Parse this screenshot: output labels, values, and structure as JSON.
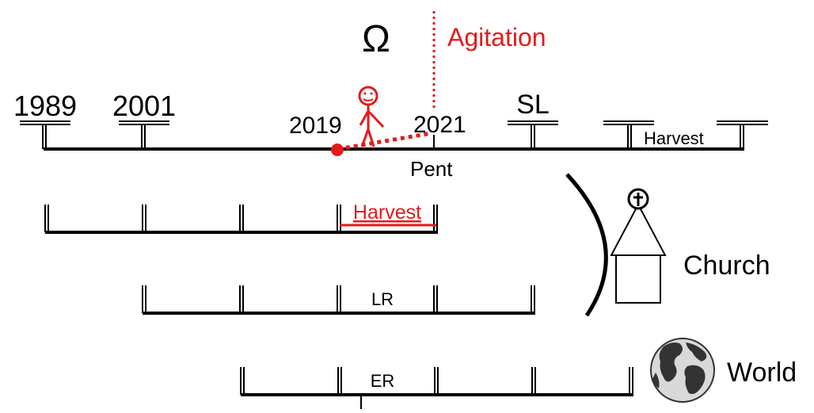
{
  "symbols": {
    "omega": "Ω"
  },
  "labels": {
    "agitation": "Agitation",
    "year_1989": "1989",
    "year_2001": "2001",
    "year_2019": "2019",
    "year_2021": "2021",
    "sl": "SL",
    "pent": "Pent",
    "harvest_top": "Harvest",
    "harvest_red": "Harvest",
    "lr": "LR",
    "er": "ER",
    "church": "Church",
    "world": "World"
  },
  "colors": {
    "ink": "#000000",
    "accent": "#e31b1b",
    "globe_dark": "#333333",
    "globe_light": "#d9d9d9"
  },
  "icons": {
    "figure": "stick-figure-icon",
    "church": "church-icon",
    "cross": "cross-icon",
    "globe": "globe-icon"
  }
}
